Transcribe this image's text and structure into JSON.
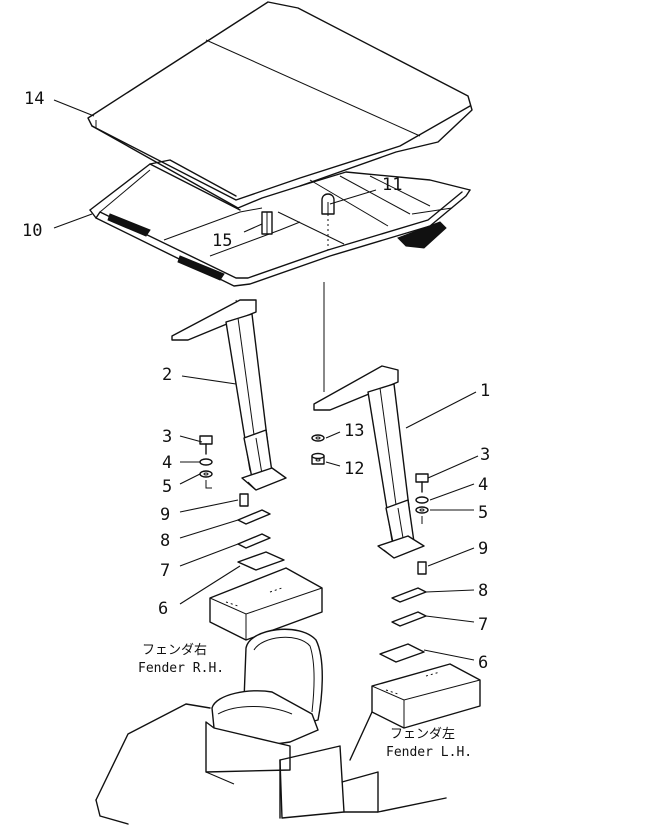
{
  "callouts": {
    "c1": "1",
    "c2": "2",
    "c3a": "3",
    "c3b": "3",
    "c4a": "4",
    "c4b": "4",
    "c5a": "5",
    "c5b": "5",
    "c6a": "6",
    "c6b": "6",
    "c7a": "7",
    "c7b": "7",
    "c8a": "8",
    "c8b": "8",
    "c9a": "9",
    "c9b": "9",
    "c10": "10",
    "c11": "11",
    "c12": "12",
    "c13": "13",
    "c14": "14",
    "c15": "15"
  },
  "labels": {
    "fender_rh_jp": "フェンダ右",
    "fender_rh_en": "Fender R.H.",
    "fender_lh_jp": "フェンダ左",
    "fender_lh_en": "Fender L.H."
  }
}
